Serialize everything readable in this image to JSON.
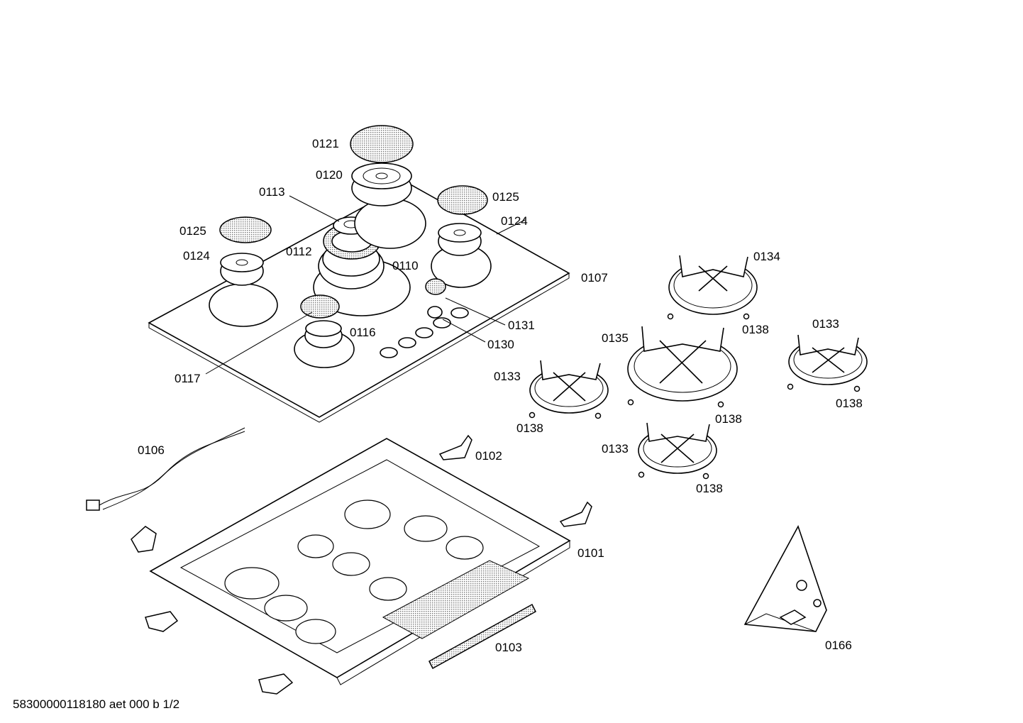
{
  "diagram": {
    "labels": [
      "0121",
      "0120",
      "0113",
      "0125",
      "0125",
      "0124",
      "0124",
      "0112",
      "0110",
      "0107",
      "0134",
      "0131",
      "0138",
      "0133",
      "0116",
      "0130",
      "0135",
      "0117",
      "0133",
      "0138",
      "0138",
      "0138",
      "0106",
      "0102",
      "0133",
      "0138",
      "0101",
      "0103",
      "0166"
    ],
    "footer": "58300000118180 aet 000 b 1/2"
  }
}
